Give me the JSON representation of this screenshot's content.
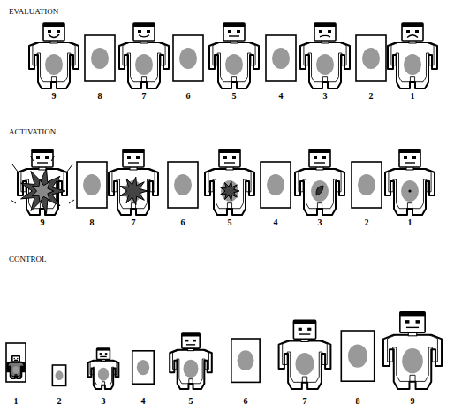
{
  "diagram": {
    "labels": [
      "EVALUATION",
      "9",
      "8",
      "7",
      "6",
      "5",
      "4",
      "3",
      "2",
      "1",
      "ACTIVATION",
      "9",
      "8",
      "7",
      "6",
      "5",
      "4",
      "3",
      "2",
      "1",
      "CONTROL",
      "1",
      "2",
      "3",
      "4",
      "5",
      "6",
      "7",
      "8",
      "9"
    ]
  }
}
